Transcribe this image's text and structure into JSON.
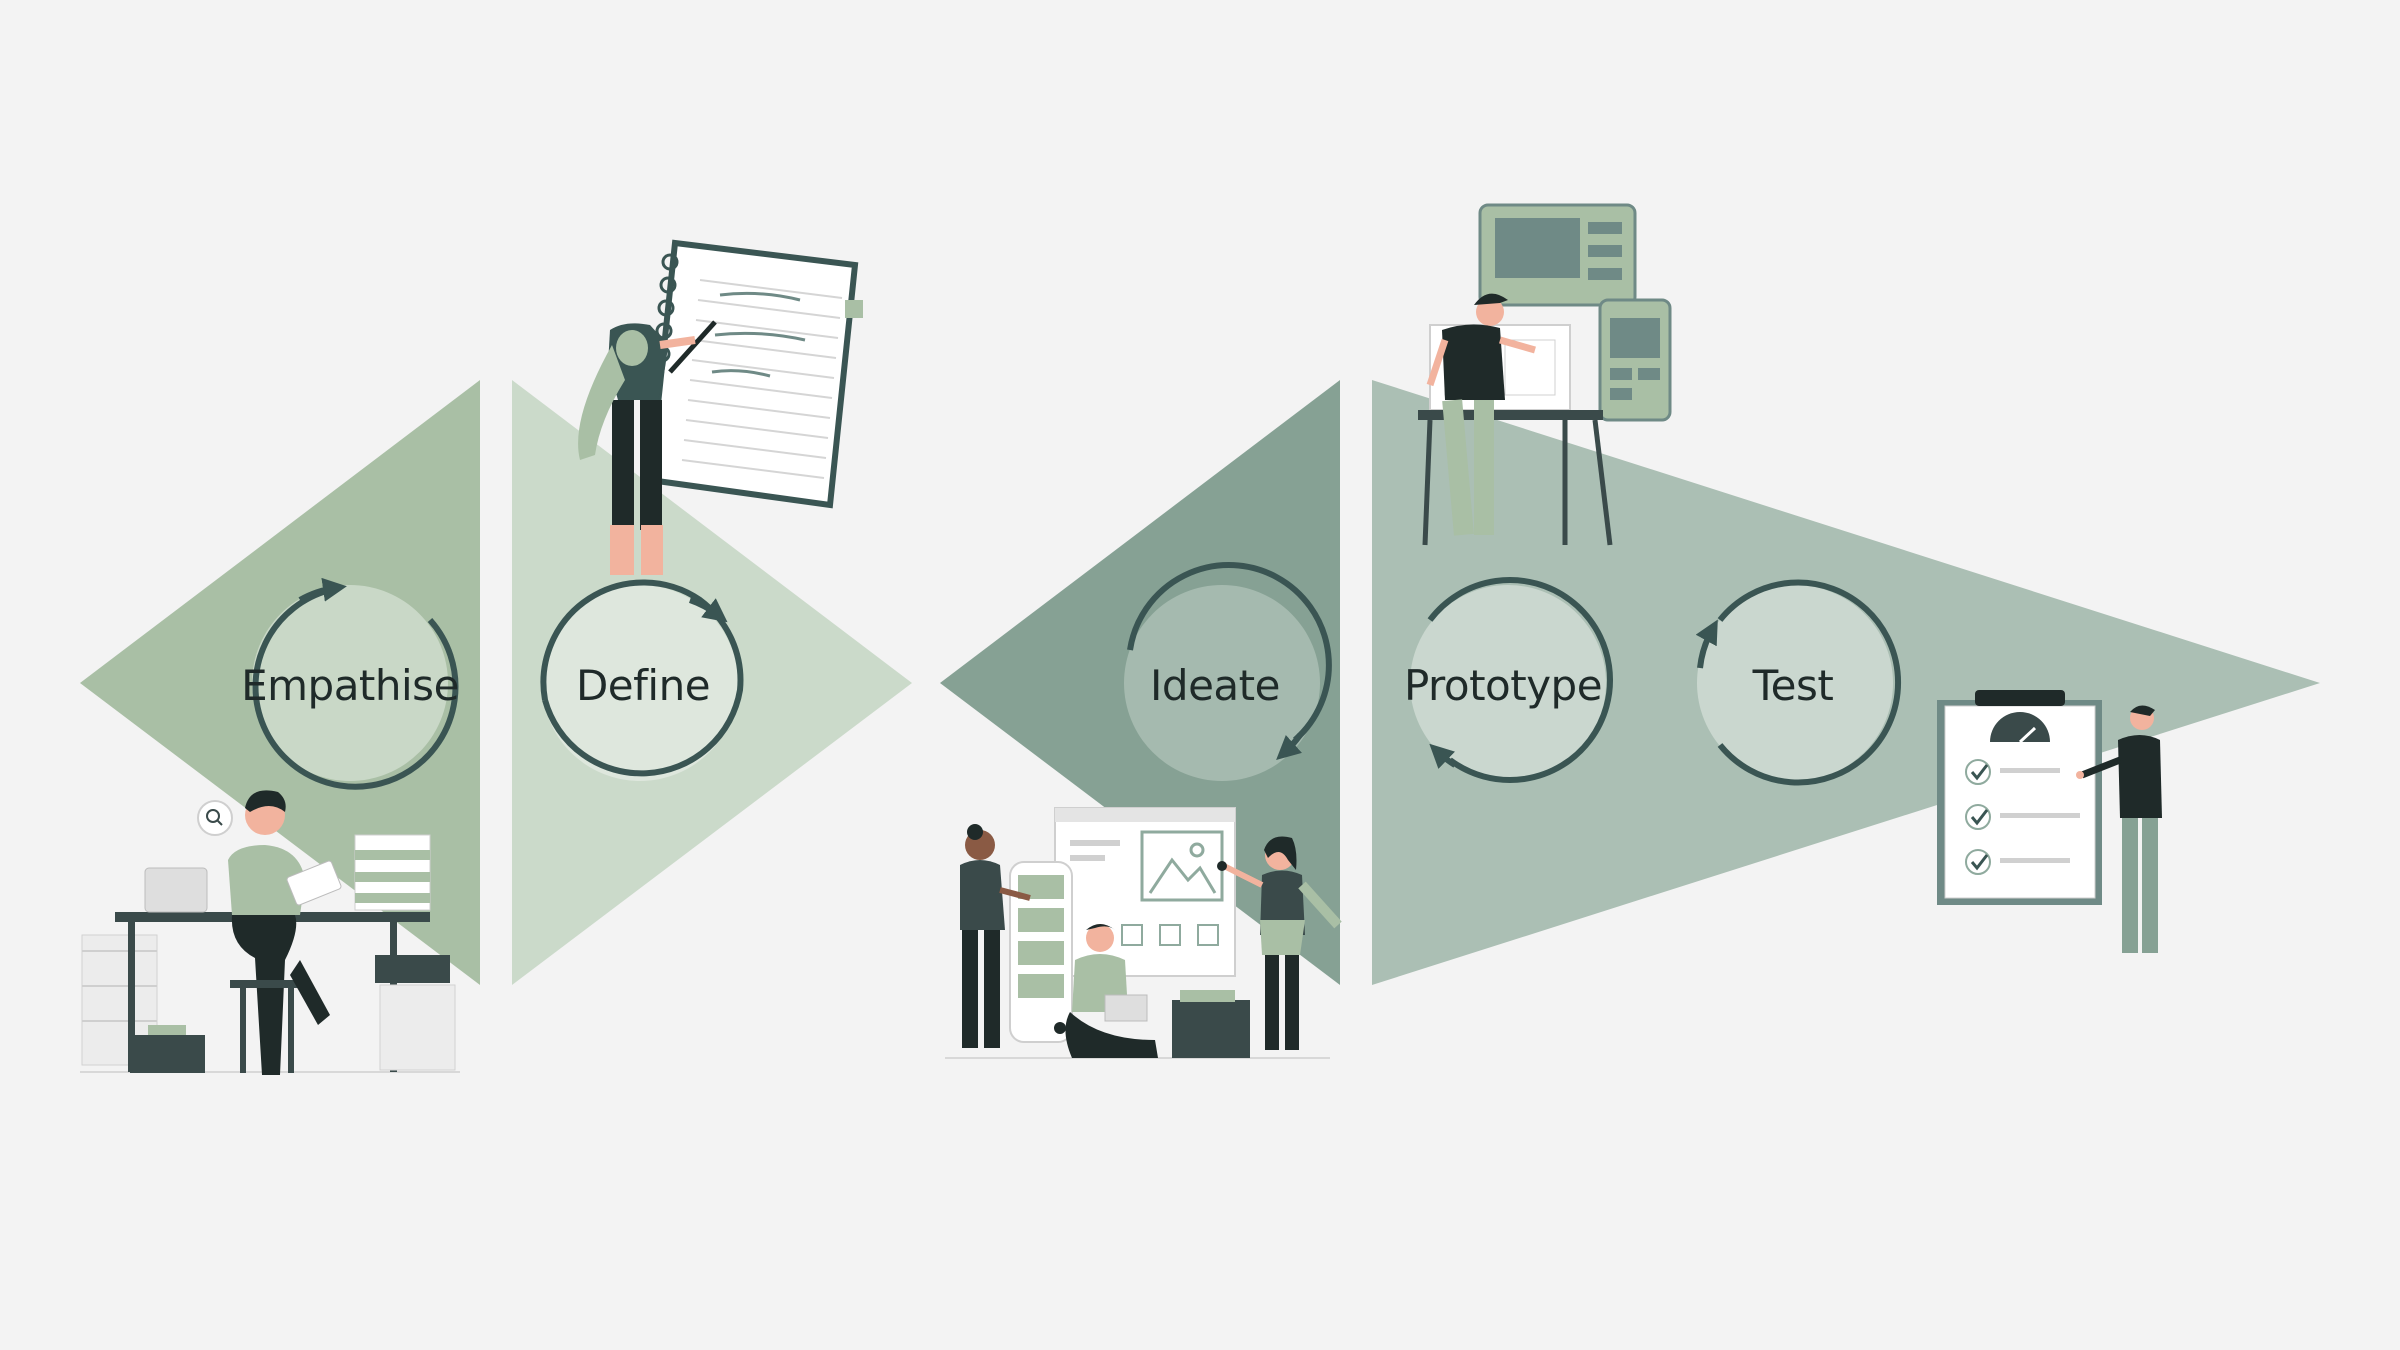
{
  "stages": [
    {
      "id": "empathise",
      "label": "Empathise"
    },
    {
      "id": "define",
      "label": "Define"
    },
    {
      "id": "ideate",
      "label": "Ideate"
    },
    {
      "id": "prototype",
      "label": "Prototype"
    },
    {
      "id": "test",
      "label": "Test"
    }
  ],
  "colors": {
    "background": "#f3f3f3",
    "empathise_fill": "#a9bfa5",
    "define_fill": "#cbdaca",
    "ideate_fill": "#86a194",
    "prototype_test_fill": "#abbfb4",
    "circle_stroke": "#3a5553",
    "text": "#1f2a29"
  },
  "illustrations": [
    "person-at-desk-illustration",
    "person-writing-on-notebook-illustration",
    "team-designing-interface-illustration",
    "person-building-prototype-illustration",
    "person-reviewing-checklist-illustration"
  ]
}
